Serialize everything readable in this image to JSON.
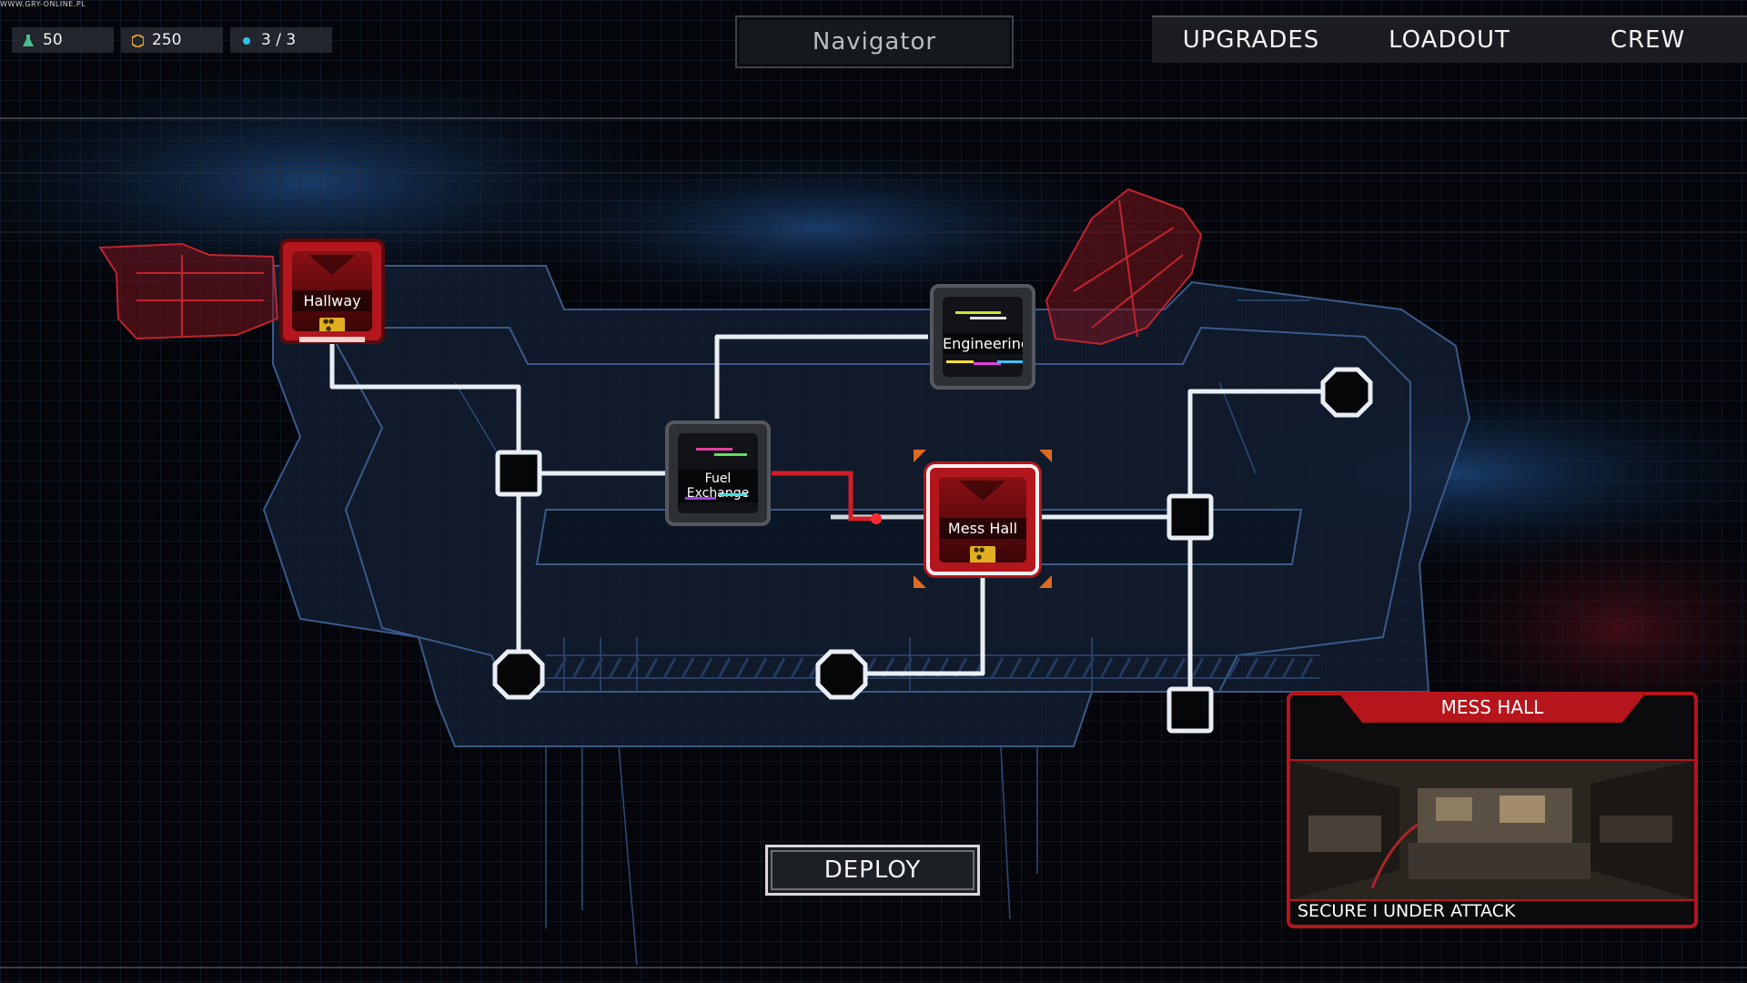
{
  "watermark": "WWW.GRY-ONLINE.PL",
  "resources": [
    {
      "icon": "flask-icon",
      "value": "50",
      "color": "#46c08a"
    },
    {
      "icon": "crate-icon",
      "value": "250",
      "color": "#e0a030"
    },
    {
      "icon": "orb-icon",
      "value": "3 / 3",
      "color": "#2fc4e6"
    }
  ],
  "header": {
    "title": "Navigator"
  },
  "tabs": [
    "UPGRADES",
    "LOADOUT",
    "CREW"
  ],
  "rooms": {
    "hallway": {
      "label": "Hallway",
      "status": "hostile"
    },
    "engineering": {
      "label": "Engineering",
      "status": "secure"
    },
    "fuel_exchange": {
      "label": "Fuel Exchange",
      "status": "secure"
    },
    "mess_hall": {
      "label": "Mess Hall",
      "status": "hostile"
    }
  },
  "deploy_label": "DEPLOY",
  "info_panel": {
    "title": "MESS HALL",
    "status": "SECURE I UNDER ATTACK"
  },
  "colors": {
    "accent_red": "#b5151b",
    "path_white": "#e8eef4",
    "grid_blue": "#1c2c46"
  }
}
